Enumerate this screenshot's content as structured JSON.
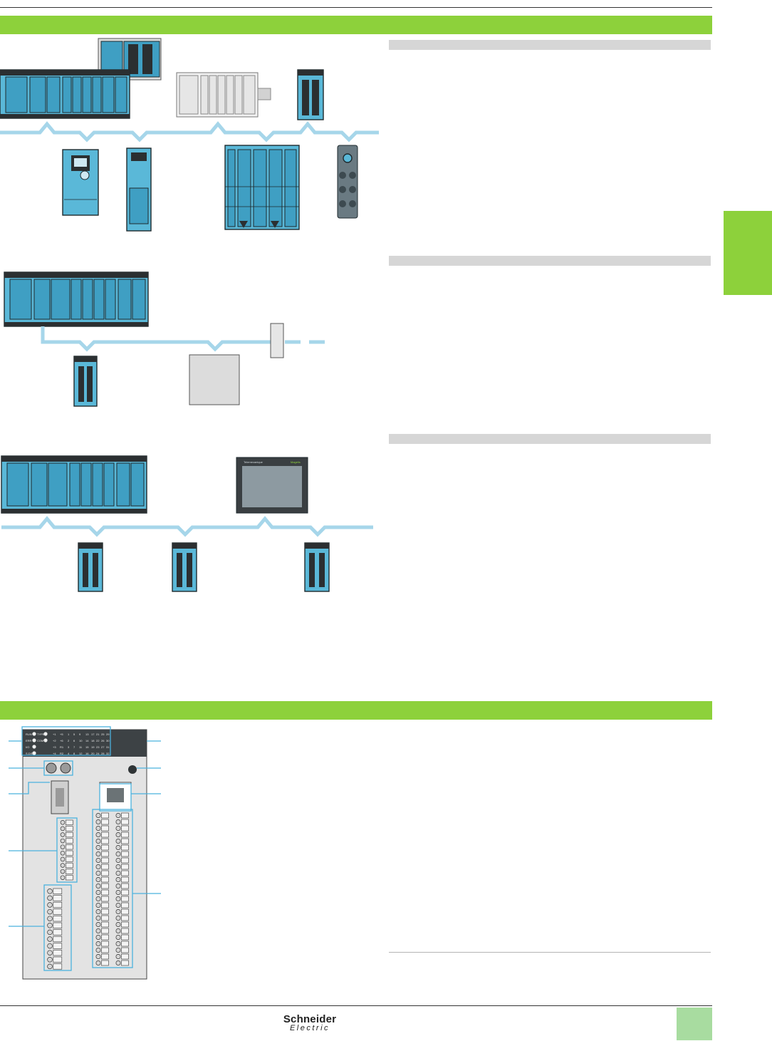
{
  "footer": {
    "brand_line1": "Schneider",
    "brand_line2": "Electric"
  },
  "hmi": {
    "brand": "Telemecanique",
    "model": "Magelis"
  },
  "module_leds": {
    "rows": [
      [
        "RUN",
        "TYPE",
        "+1",
        "+5",
        "1",
        "5",
        "9",
        "13",
        "17",
        "21",
        "25",
        "29"
      ],
      [
        "ERR",
        "COM",
        "+2",
        "+6",
        "2",
        "6",
        "10",
        "14",
        "18",
        "22",
        "26",
        "30"
      ],
      [
        "I/O",
        "",
        "+3",
        "R1",
        "3",
        "7",
        "11",
        "15",
        "19",
        "23",
        "27",
        "31"
      ],
      [
        "S.DIS",
        "",
        "+4",
        "R2",
        "4",
        "8",
        "12",
        "16",
        "20",
        "24",
        "28",
        "32"
      ]
    ]
  },
  "colors": {
    "accent_green": "#8dd13b",
    "cable_cyan": "#a6d6ea",
    "module_blue": "#5ab8d8",
    "page_box": "#a8dca0"
  }
}
